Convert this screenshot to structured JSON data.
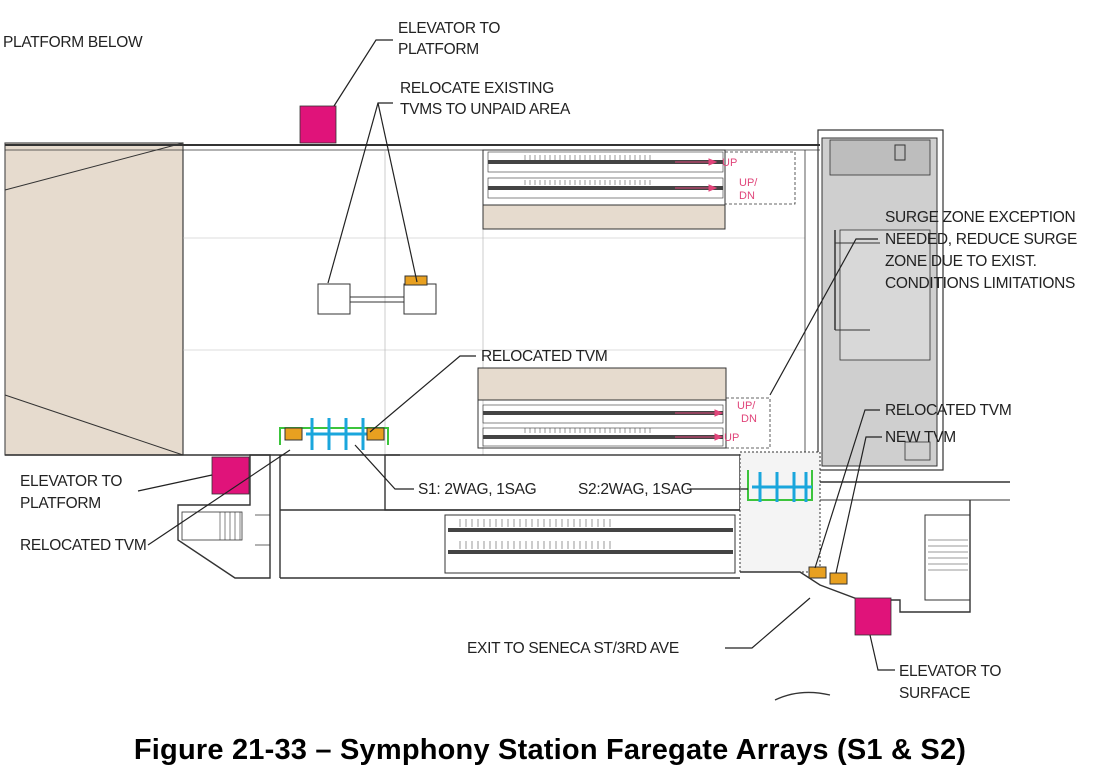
{
  "caption": "Figure 21-33 – Symphony Station Faregate Arrays (S1 & S2)",
  "labels": {
    "platform_below": "PLATFORM BELOW",
    "elevator_to_platform_top": [
      "ELEVATOR TO",
      "PLATFORM"
    ],
    "relocate_tvms": [
      "RELOCATE EXISTING",
      "TVMS TO UNPAID AREA"
    ],
    "surge_zone": [
      "SURGE ZONE EXCEPTION",
      "NEEDED, REDUCE SURGE",
      "ZONE DUE TO EXIST.",
      "CONDITIONS LIMITATIONS"
    ],
    "relocated_tvm_center": "RELOCATED TVM",
    "relocated_tvm_right": "RELOCATED TVM",
    "new_tvm": "NEW TVM",
    "elevator_to_platform_left": [
      "ELEVATOR TO",
      "PLATFORM"
    ],
    "s1": "S1: 2WAG, 1SAG",
    "s2": "S2:2WAG, 1SAG",
    "relocated_tvm_left": "RELOCATED TVM",
    "exit": "EXIT TO SENECA ST/3RD AVE",
    "elevator_to_surface": [
      "ELEVATOR TO",
      "SURFACE"
    ]
  },
  "escalator_directions": {
    "top_up": "UP",
    "top_updn": [
      "UP/",
      "DN"
    ],
    "mid_updn": [
      "UP/",
      "DN"
    ],
    "mid_up": "UP"
  },
  "colors": {
    "elevator": "#e0137a",
    "tvm": "#e8a020",
    "faregate": "#1aa6dc",
    "paid_area": "#3cc43c",
    "beige": "#e6dbce",
    "direction_arrow": "#e0457a"
  }
}
